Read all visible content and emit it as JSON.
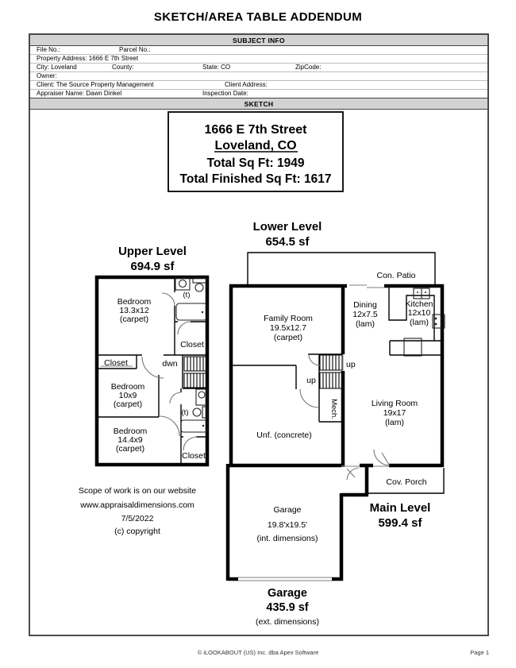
{
  "doc": {
    "title": "SKETCH/AREA TABLE ADDENDUM"
  },
  "subject_info": {
    "header": "SUBJECT INFO",
    "file_no": "File No.:",
    "parcel_no": "Parcel No.:",
    "property_address": "Property Address: 1666 E 7th Street",
    "city": "City: Loveland",
    "county": "County:",
    "state": "State: CO",
    "zipcode": "ZipCode:",
    "owner": "Owner:",
    "client": "Client: The Source Property Management",
    "client_address": "Client Address:",
    "appraiser": "Appraiser Name: Dawn Dinkel",
    "inspection_date": "Inspection Date:"
  },
  "sketch": {
    "header": "SKETCH",
    "address_box": {
      "street": "1666 E 7th Street",
      "city_state": "Loveland, CO",
      "total": "Total Sq Ft: 1949",
      "finished": "Total Finished Sq Ft: 1617"
    },
    "levels": {
      "lower": {
        "name": "Lower Level",
        "area": "654.5 sf"
      },
      "upper": {
        "name": "Upper Level",
        "area": "694.9 sf"
      },
      "main": {
        "name": "Main Level",
        "area": "599.4 sf"
      },
      "garage": {
        "name": "Garage",
        "area": "435.9 sf",
        "note": "(ext. dimensions)"
      }
    },
    "rooms": {
      "bedroom1": {
        "name": "Bedroom",
        "dims": "13.3x12",
        "floor": "(carpet)"
      },
      "bedroom2": {
        "name": "Bedroom",
        "dims": "10x9",
        "floor": "(carpet)"
      },
      "bedroom3": {
        "name": "Bedroom",
        "dims": "14.4x9",
        "floor": "(carpet)"
      },
      "family": {
        "name": "Family Room",
        "dims": "19.5x12.7",
        "floor": "(carpet)"
      },
      "dining": {
        "name": "Dining",
        "dims": "12x7.5",
        "floor": "(lam)"
      },
      "kitchen": {
        "name": "Kitchen",
        "dims": "12x10",
        "floor": "(lam)"
      },
      "living": {
        "name": "Living Room",
        "dims": "19x17",
        "floor": "(lam)"
      },
      "garage": {
        "name": "Garage",
        "dims": "19.8'x19.5'",
        "note": "(int. dimensions)"
      },
      "unfinished": "Unf. (concrete)",
      "mech": "Mech.",
      "con_patio": "Con. Patio",
      "cov_porch": "Cov. Porch",
      "closet": "Closet",
      "down": "dwn",
      "up": "up",
      "toilet": "(t)"
    },
    "watermark": {
      "line1": "Scope of work is on our website",
      "line2": "www.appraisaldimensions.com",
      "line3": "7/5/2022",
      "line4": "(c) copyright"
    }
  },
  "footer": {
    "copyright": "© iLOOKABOUT (US) Inc. dba Apex Software",
    "page": "Page 1"
  }
}
